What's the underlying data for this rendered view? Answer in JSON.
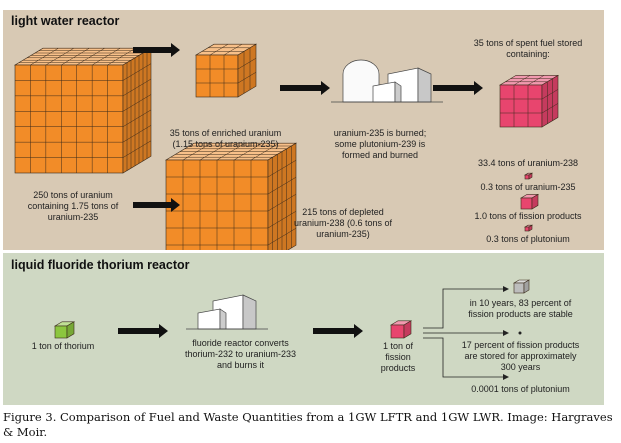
{
  "lwr": {
    "title": "light water reactor",
    "mined": "250 tons of uranium containing 1.75 tons of uranium-235",
    "enriched": "35 tons of enriched uranium (1.15 tons of uranium-235)",
    "depleted": "215 tons of depleted uranium-238 (0.6 tons of uranium-235)",
    "reactor": "uranium-235 is burned; some plutonium-239 is formed and burned",
    "spent": "35 tons of spent fuel stored containing:",
    "u238": "33.4 tons of uranium-238",
    "u235": "0.3 tons of uranium-235",
    "fission": "1.0 tons of fission products",
    "pu": "0.3 tons of plutonium"
  },
  "lftr": {
    "title": "liquid fluoride thorium reactor",
    "thorium": "1 ton of thorium",
    "reactor": "fluoride reactor converts thorium-232 to uranium-233 and burns it",
    "fission": "1 ton of fission products",
    "stable": "in 10 years, 83 percent of fission products are stable",
    "stored": "17 percent of fission products are stored for approximately 300 years",
    "pu": "0.0001 tons of plutonium"
  },
  "caption": "Figure 3. Comparison of Fuel and Waste Quantities from a 1GW LFTR and 1GW LWR.  Image: Hargraves & Moir.",
  "colors": {
    "uranium": "#f28c28",
    "spent": "#e8456e",
    "thorium": "#8cc63f",
    "stable": "#bdbdbd",
    "lwr_bg": "#d8c9b4",
    "lftr_bg": "#cfd8c3"
  }
}
